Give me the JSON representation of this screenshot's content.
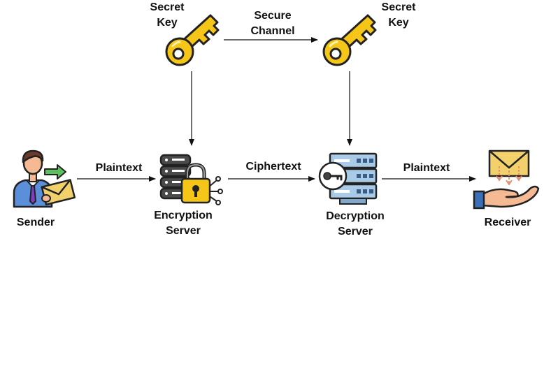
{
  "labels": {
    "secret_key_left": [
      "Secret",
      "Key"
    ],
    "secret_key_right": [
      "Secret",
      "Key"
    ],
    "secure_channel": [
      "Secure",
      "Channel"
    ],
    "plaintext_left": "Plaintext",
    "ciphertext": "Ciphertext",
    "plaintext_right": "Plaintext",
    "sender": "Sender",
    "encryption_server": [
      "Encryption",
      "Server"
    ],
    "decryption_server": [
      "Decryption",
      "Server"
    ],
    "receiver": "Receiver"
  },
  "icons": {
    "key_left": "key-icon",
    "key_right": "key-icon",
    "sender": "person-with-envelope-icon",
    "encryption_server": "database-lock-icon",
    "decryption_server": "server-key-icon",
    "receiver": "hand-with-envelope-icon"
  },
  "colors": {
    "key": "#f5c518",
    "key_outline": "#222222",
    "arrow": "#111111",
    "envelope": "#f2d06b",
    "server_blue": "#a9cbe8",
    "shirt": "#5b8fd9",
    "tie": "#7d3fc0",
    "green_arrow": "#5cc15c",
    "skin": "#f5b994",
    "cuff": "#3b6fb6"
  }
}
